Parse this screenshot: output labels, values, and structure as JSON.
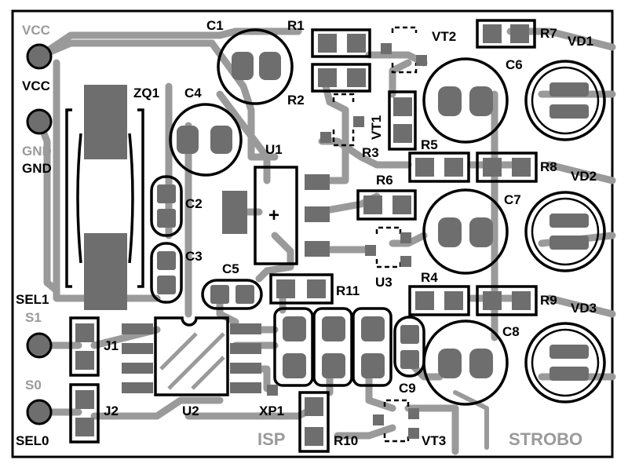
{
  "board": {
    "title": "STROBO",
    "colors": {
      "silkscreen": "#000000",
      "copper": "#9a9a9a",
      "pad": "#6e6e6e",
      "background": "#ffffff"
    }
  },
  "connectors": {
    "vcc_top": "VCC",
    "vcc_bottom": "VCC",
    "gnd_top": "GND",
    "gnd_bottom": "GND",
    "sel1": "SEL1",
    "s1": "S1",
    "s0": "S0",
    "sel0": "SEL0",
    "isp": "ISP"
  },
  "labels": {
    "c1": "C1",
    "c2": "C2",
    "c3": "C3",
    "c4": "C4",
    "c5": "C5",
    "c6": "C6",
    "c7": "C7",
    "c8": "C8",
    "c9": "C9",
    "r1": "R1",
    "r2": "R2",
    "r3": "R3",
    "r4": "R4",
    "r5": "R5",
    "r6": "R6",
    "r7": "R7",
    "r8": "R8",
    "r9": "R9",
    "r10": "R10",
    "r11": "R11",
    "vt1": "VT1",
    "vt2": "VT2",
    "vt3": "VT3",
    "vd1": "VD1",
    "vd2": "VD2",
    "vd3": "VD3",
    "u1": "U1",
    "u2": "U2",
    "u3": "U3",
    "zq1": "ZQ1",
    "j1": "J1",
    "j2": "J2",
    "xp1": "XP1",
    "plus": "+"
  }
}
